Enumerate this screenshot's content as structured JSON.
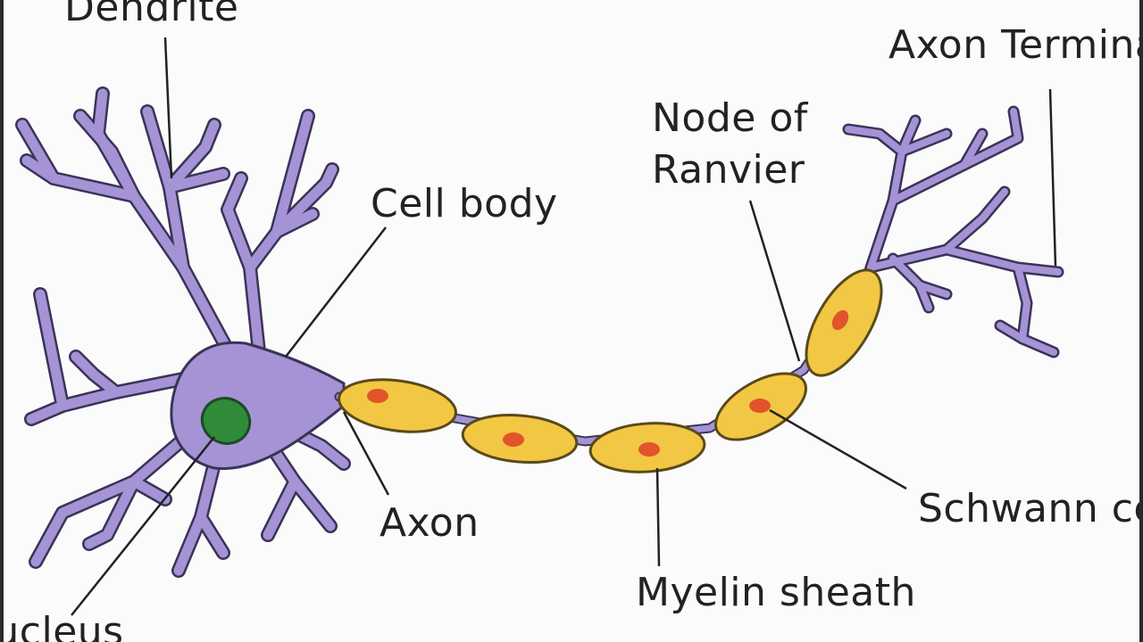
{
  "labels": {
    "dendrite": "Dendrite",
    "axon_terminal": "Axon Terminal",
    "node_of_ranvier_line1": "Node of",
    "node_of_ranvier_line2": "Ranvier",
    "cell_body": "Cell body",
    "schwann_cell": "Schwann cell",
    "axon": "Axon",
    "myelin_sheath": "Myelin sheath",
    "nucleus": "Nucleus"
  },
  "colors": {
    "neuron": "#a593d6",
    "neuron_outline": "#3a3458",
    "myelin": "#f2c744",
    "myelin_outline": "#5a4a1a",
    "schwann_nucleus": "#e2542a",
    "nucleus": "#2f8a3a",
    "leader_line": "#222222"
  }
}
